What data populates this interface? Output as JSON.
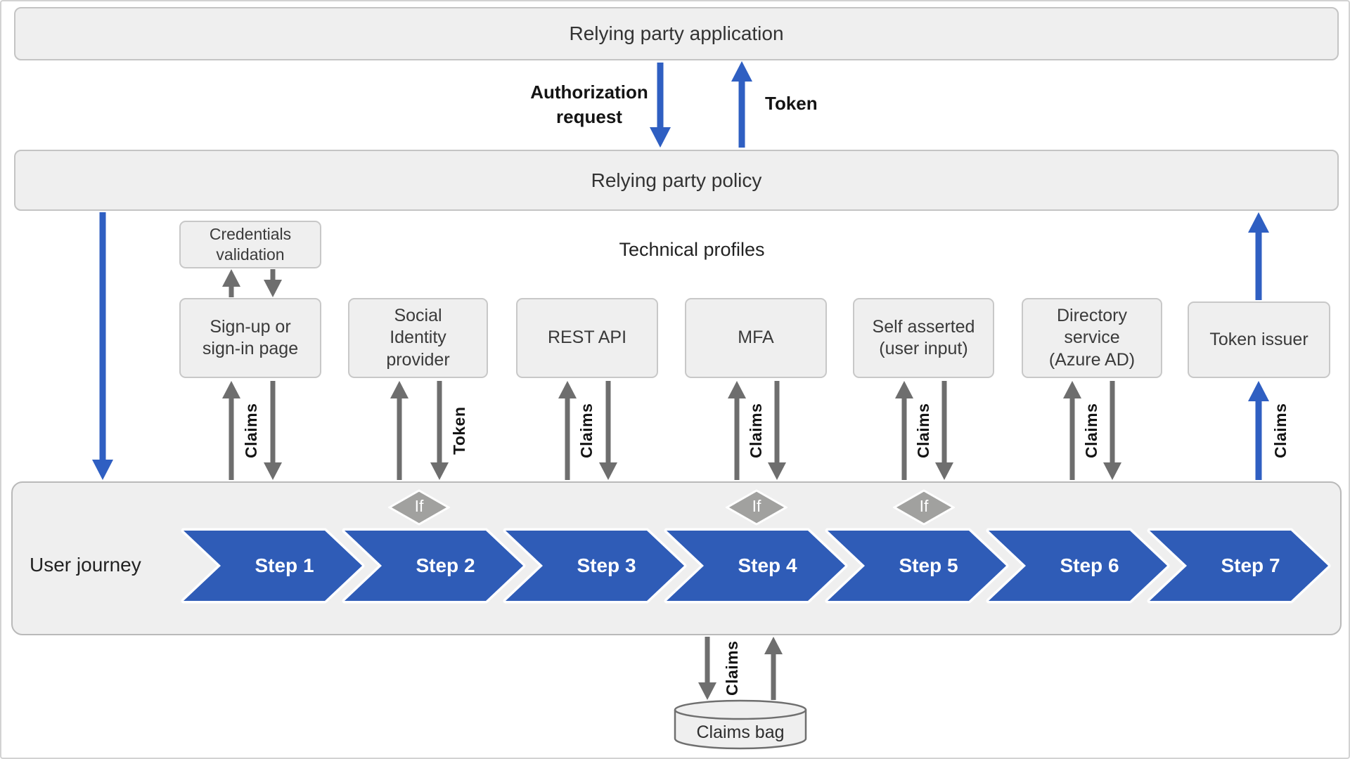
{
  "top": {
    "relying_party_application": "Relying party application",
    "relying_party_policy": "Relying party policy",
    "authorization_request_label": "Authorization request",
    "token_label": "Token"
  },
  "technical_profiles": {
    "title": "Technical profiles",
    "credentials_validation": "Credentials validation",
    "boxes": [
      {
        "label": "Sign-up or sign-in page"
      },
      {
        "label": "Social Identity provider"
      },
      {
        "label": "REST API"
      },
      {
        "label": "MFA"
      },
      {
        "label": "Self asserted (user input)"
      },
      {
        "label": "Directory service (Azure AD)"
      },
      {
        "label": "Token issuer"
      }
    ]
  },
  "connections": {
    "claims_label": "Claims",
    "token_label": "Token",
    "if_label": "If"
  },
  "user_journey": {
    "title": "User journey",
    "steps": [
      {
        "label": "Step 1"
      },
      {
        "label": "Step 2"
      },
      {
        "label": "Step 3"
      },
      {
        "label": "Step 4"
      },
      {
        "label": "Step 5"
      },
      {
        "label": "Step 6"
      },
      {
        "label": "Step 7"
      }
    ]
  },
  "claims_bag": {
    "label": "Claims bag"
  },
  "colors": {
    "chevron_blue": "#2f5cb7",
    "arrow_blue": "#2f5fc2",
    "arrow_gray": "#6e6e6e",
    "box_fill": "#efefef",
    "diamond_gray": "#a1a19f"
  }
}
